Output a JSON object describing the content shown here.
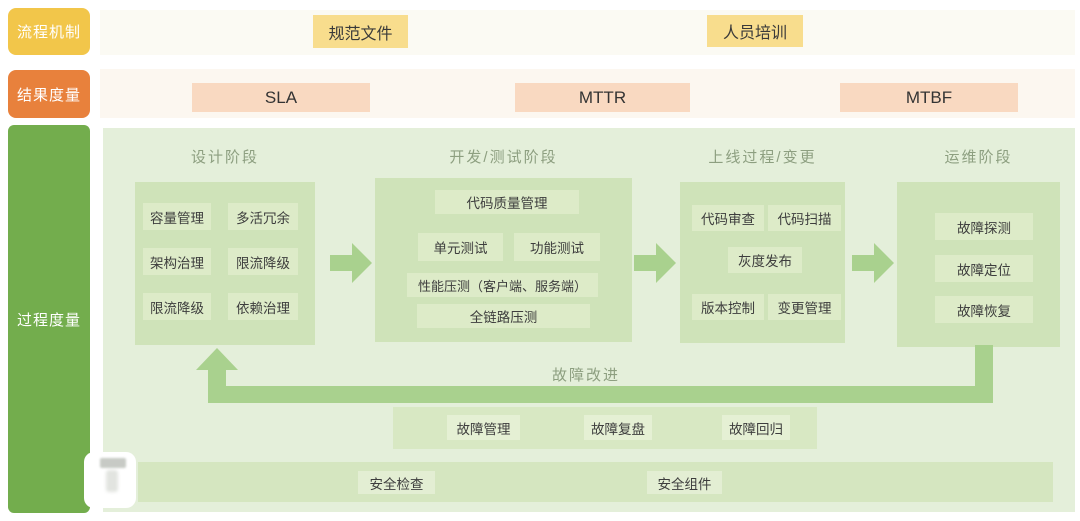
{
  "rail": {
    "mechanism_label": "流程机制",
    "result_label": "结果度量",
    "process_label": "过程度量"
  },
  "mechanism_row": {
    "items": [
      "规范文件",
      "人员培训"
    ]
  },
  "result_row": {
    "items": [
      "SLA",
      "MTTR",
      "MTBF"
    ]
  },
  "phases": [
    {
      "title": "设计阶段",
      "items": [
        "容量管理",
        "多活冗余",
        "架构治理",
        "限流降级",
        "限流降级",
        "依赖治理"
      ]
    },
    {
      "title": "开发/测试阶段",
      "items": [
        "代码质量管理",
        "单元测试",
        "功能测试",
        "性能压测（客户端、服务端）",
        "全链路压测"
      ]
    },
    {
      "title": "上线过程/变更",
      "items": [
        "代码审查",
        "代码扫描",
        "灰度发布",
        "版本控制",
        "变更管理"
      ]
    },
    {
      "title": "运维阶段",
      "items": [
        "故障探测",
        "故障定位",
        "故障恢复"
      ]
    }
  ],
  "feedback": {
    "label": "故障改进",
    "items": [
      "故障管理",
      "故障复盘",
      "故障回归"
    ]
  },
  "security": {
    "items": [
      "安全检查",
      "安全组件"
    ]
  },
  "colors": {
    "mechanism_yellow": "#f2c64a",
    "result_orange": "#e8813c",
    "process_green": "#73ad4d",
    "panel_green": "#e4efda",
    "card_green": "#cfe3b9",
    "arrow_green": "#a9d18e",
    "peach": "#f9d9c1",
    "light_yellow": "#f8dd8d"
  }
}
